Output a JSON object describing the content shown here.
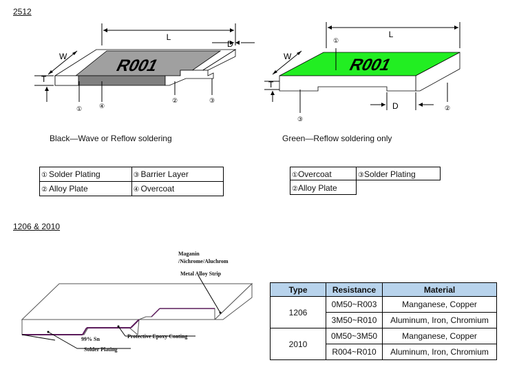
{
  "section_2512": {
    "title": "2512",
    "black_caption": "Black—Wave or Reflow soldering",
    "green_caption": "Green—Reflow soldering only",
    "dim_L": "L",
    "dim_W": "W",
    "dim_T": "T",
    "dim_D": "D",
    "marking": "R001",
    "callout_1": "①",
    "callout_2": "②",
    "callout_3": "③",
    "callout_4": "④",
    "legend_black": [
      {
        "num": "①",
        "label": "Solder Plating"
      },
      {
        "num": "③",
        "label": "Barrier Layer"
      },
      {
        "num": "②",
        "label": "Alloy Plate"
      },
      {
        "num": "④",
        "label": "Overcoat"
      }
    ],
    "legend_green": [
      {
        "num": "①",
        "label": "Overcoat"
      },
      {
        "num": "③",
        "label": "Solder Plating"
      },
      {
        "num": "②",
        "label": "Alloy Plate"
      }
    ]
  },
  "section_1206": {
    "title": "1206 & 2010",
    "label_maganin_1": "Maganin",
    "label_maganin_2": "/Nichrome/Aluchrom",
    "label_strip": "Metal Alloy Strip",
    "label_epoxy": "Protective Epoxy Coating",
    "label_sn": "99% Sn",
    "label_plating": "Solder Plating"
  },
  "colors": {
    "black_body": "#a0a0a0",
    "green_body": "#22ee22",
    "table_header": "#b8d3ec"
  },
  "spec_table": {
    "headers": [
      "Type",
      "Resistance",
      "Material"
    ],
    "rows": [
      {
        "type": "1206",
        "r1": "0M50~R003",
        "m1": "Manganese, Copper",
        "r2": "3M50~R010",
        "m2": "Aluminum, Iron, Chromium"
      },
      {
        "type": "2010",
        "r1": "0M50~3M50",
        "m1": "Manganese, Copper",
        "r2": "R004~R010",
        "m2": "Aluminum, Iron, Chromium"
      }
    ]
  }
}
